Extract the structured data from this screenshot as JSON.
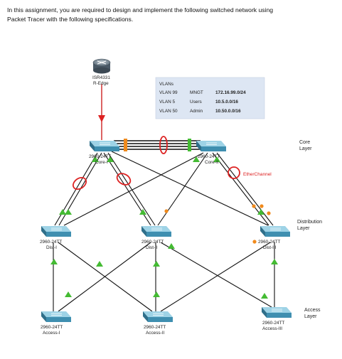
{
  "intro": {
    "line1": "In this assignment, you are required to design and implement the following switched network using",
    "line2": "Packet Tracer with the following specifications."
  },
  "router": {
    "model": "ISR4331",
    "name": "R-Edge"
  },
  "vlan_table": {
    "title": "VLANs",
    "rows": [
      {
        "vlan": "VLAN 99",
        "name": "MNGT",
        "network": "172.16.99.0/24"
      },
      {
        "vlan": "VLAN 5",
        "name": "Users",
        "network": "10.5.0.0/16"
      },
      {
        "vlan": "VLAN 50",
        "name": "Admin",
        "network": "10.50.0.0/16"
      }
    ]
  },
  "switches": {
    "core1": {
      "model": "2960-24TT",
      "name": "Core-I"
    },
    "core2": {
      "model": "2960-24TT",
      "name": "Core-II"
    },
    "dist1": {
      "model": "2960-24TT",
      "name": "Dist-I"
    },
    "dist2": {
      "model": "2960-24TT",
      "name": "Dist-II"
    },
    "dist3": {
      "model": "2960-24TT",
      "name": "Dist-III"
    },
    "acc1": {
      "model": "2960-24TT",
      "name": "Access-I"
    },
    "acc2": {
      "model": "2960-24TT",
      "name": "Access-II"
    },
    "acc3": {
      "model": "2960-24TT",
      "name": "Access-III"
    }
  },
  "etherchannel_label": "EtherChannel",
  "layers": {
    "core": [
      "Core",
      "Layer"
    ],
    "distribution": [
      "Distribution",
      "Layer"
    ],
    "access": [
      "Access",
      "Layer"
    ]
  },
  "colors": {
    "link": "#111111",
    "link_up": "#44bb33",
    "link_blocked": "#f08a1c",
    "router_link": "#cc2222",
    "etherchannel_marker": "#dd2222",
    "switch_top": "#9ed3e6",
    "switch_body": "#3f8fb0",
    "vlan_box": "#dde6f3"
  }
}
